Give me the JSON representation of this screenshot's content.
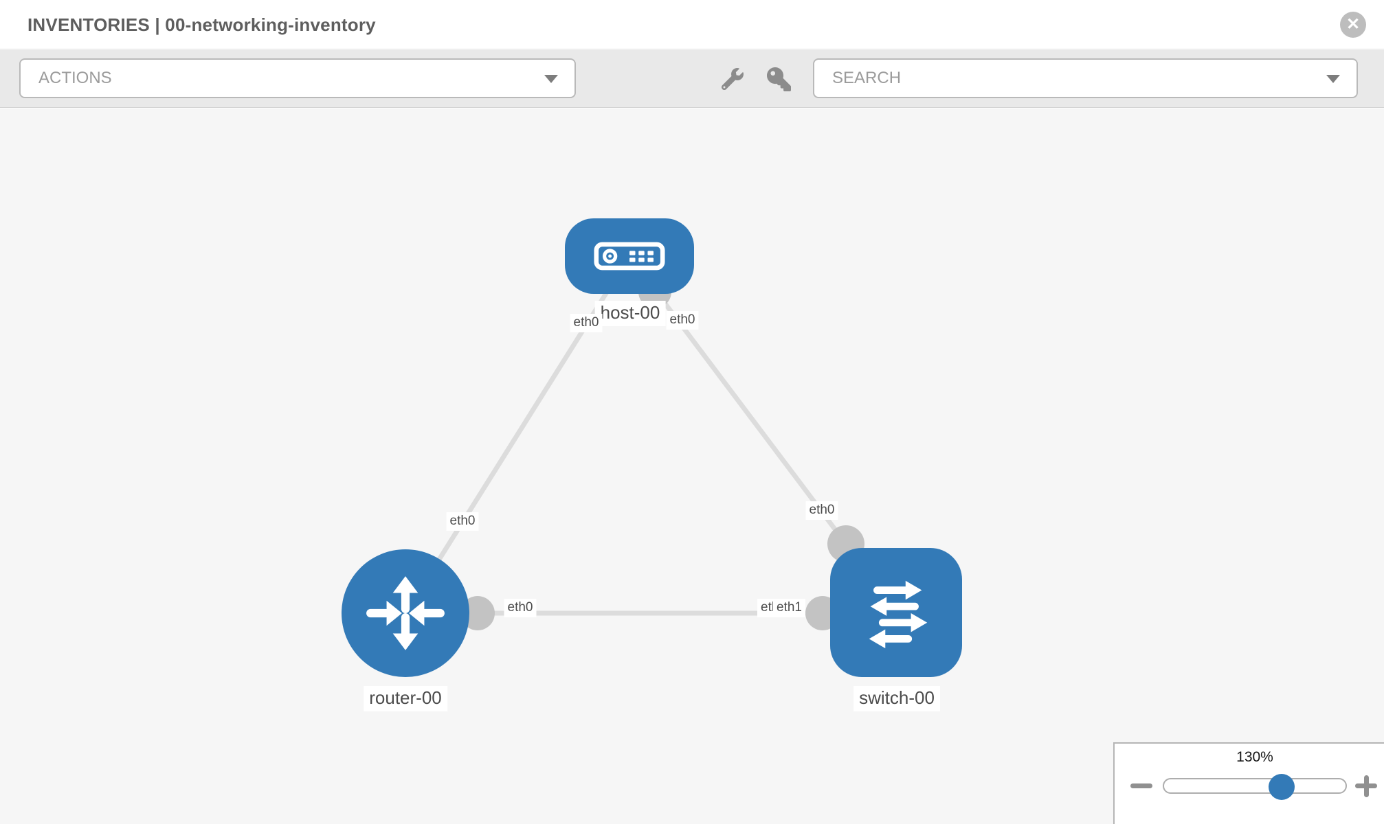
{
  "header": {
    "title": "INVENTORIES | 00-networking-inventory"
  },
  "toolbar": {
    "actions_label": "ACTIONS",
    "search_placeholder": "SEARCH",
    "icons": [
      "wrench-icon",
      "key-icon"
    ]
  },
  "graph": {
    "nodes": [
      {
        "id": "host-00",
        "type": "host",
        "label": "host-00"
      },
      {
        "id": "router-00",
        "type": "router",
        "label": "router-00"
      },
      {
        "id": "switch-00",
        "type": "switch",
        "label": "switch-00"
      }
    ],
    "links": [
      {
        "source": "host-00",
        "target": "router-00",
        "source_interface": "eth0",
        "target_interface": "eth0"
      },
      {
        "source": "host-00",
        "target": "switch-00",
        "source_interface": "eth0",
        "target_interface": "eth0"
      },
      {
        "source": "router-00",
        "target": "switch-00",
        "source_interface": "eth0",
        "target_interface": "eth1"
      }
    ],
    "interfaces": {
      "router_link_host_side": "eth0",
      "router_link_router_side": "eth0",
      "switch_link_host_side": "eth0",
      "switch_link_switch_side": "eth0",
      "trunk_router_side": "eth0",
      "trunk_switch_side_back": "eth0",
      "trunk_switch_side_front": "eth1"
    }
  },
  "zoom_control": {
    "level": "130%"
  },
  "colors": {
    "node_blue": "#337ab7",
    "link_gray": "#dcdcdc",
    "dot_gray": "#c3c3c3",
    "canvas_bg": "#f6f6f6",
    "toolbar_bg": "#e9e9e9"
  }
}
